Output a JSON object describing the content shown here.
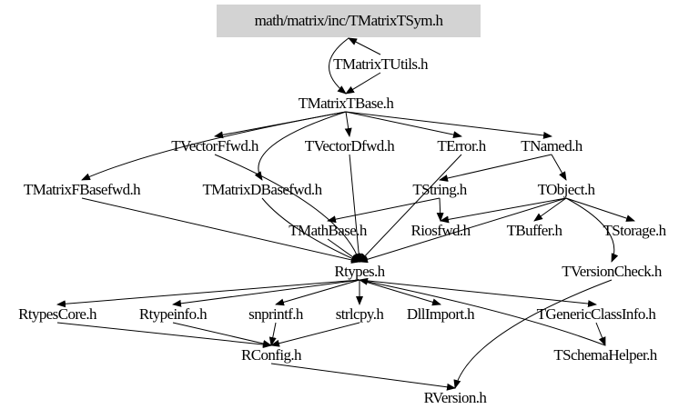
{
  "root": "math/matrix/inc/TMatrixTSym.h",
  "root_fill": "#d3d3d3",
  "nodes": [
    "math/matrix/inc/TMatrixTSym.h",
    "TMatrixTUtils.h",
    "TMatrixTBase.h",
    "TVectorFfwd.h",
    "TVectorDfwd.h",
    "TError.h",
    "TNamed.h",
    "TMatrixFBasefwd.h",
    "TMatrixDBasefwd.h",
    "TString.h",
    "TObject.h",
    "TMathBase.h",
    "Riosfwd.h",
    "TBuffer.h",
    "TStorage.h",
    "Rtypes.h",
    "TVersionCheck.h",
    "RtypesCore.h",
    "Rtypeinfo.h",
    "snprintf.h",
    "strlcpy.h",
    "DllImport.h",
    "TGenericClassInfo.h",
    "RConfig.h",
    "TSchemaHelper.h",
    "RVersion.h"
  ],
  "edges": [
    [
      "TMatrixTUtils.h",
      "math/matrix/inc/TMatrixTSym.h"
    ],
    [
      "math/matrix/inc/TMatrixTSym.h",
      "TMatrixTBase.h"
    ],
    [
      "TMatrixTUtils.h",
      "TMatrixTBase.h"
    ],
    [
      "TMatrixTBase.h",
      "TVectorFfwd.h"
    ],
    [
      "TMatrixTBase.h",
      "TVectorDfwd.h"
    ],
    [
      "TMatrixTBase.h",
      "TError.h"
    ],
    [
      "TMatrixTBase.h",
      "TNamed.h"
    ],
    [
      "TMatrixTBase.h",
      "TMatrixFBasefwd.h"
    ],
    [
      "TMatrixTBase.h",
      "TMatrixDBasefwd.h"
    ],
    [
      "TVectorFfwd.h",
      "Rtypes.h"
    ],
    [
      "TVectorDfwd.h",
      "Rtypes.h"
    ],
    [
      "TError.h",
      "Rtypes.h"
    ],
    [
      "TMatrixFBasefwd.h",
      "Rtypes.h"
    ],
    [
      "TMatrixDBasefwd.h",
      "Rtypes.h"
    ],
    [
      "TNamed.h",
      "TString.h"
    ],
    [
      "TNamed.h",
      "TObject.h"
    ],
    [
      "TString.h",
      "TMathBase.h"
    ],
    [
      "TString.h",
      "Riosfwd.h"
    ],
    [
      "TObject.h",
      "Riosfwd.h"
    ],
    [
      "TObject.h",
      "TBuffer.h"
    ],
    [
      "TObject.h",
      "TStorage.h"
    ],
    [
      "TObject.h",
      "TVersionCheck.h"
    ],
    [
      "TObject.h",
      "Rtypes.h"
    ],
    [
      "TMathBase.h",
      "Rtypes.h"
    ],
    [
      "Rtypes.h",
      "RtypesCore.h"
    ],
    [
      "Rtypes.h",
      "Rtypeinfo.h"
    ],
    [
      "Rtypes.h",
      "snprintf.h"
    ],
    [
      "Rtypes.h",
      "strlcpy.h"
    ],
    [
      "Rtypes.h",
      "DllImport.h"
    ],
    [
      "Rtypes.h",
      "TGenericClassInfo.h"
    ],
    [
      "RtypesCore.h",
      "RConfig.h"
    ],
    [
      "Rtypeinfo.h",
      "RConfig.h"
    ],
    [
      "snprintf.h",
      "RConfig.h"
    ],
    [
      "strlcpy.h",
      "RConfig.h"
    ],
    [
      "RConfig.h",
      "RVersion.h"
    ],
    [
      "TGenericClassInfo.h",
      "TSchemaHelper.h"
    ],
    [
      "TSchemaHelper.h",
      "Rtypes.h"
    ],
    [
      "TVersionCheck.h",
      "RVersion.h"
    ]
  ]
}
